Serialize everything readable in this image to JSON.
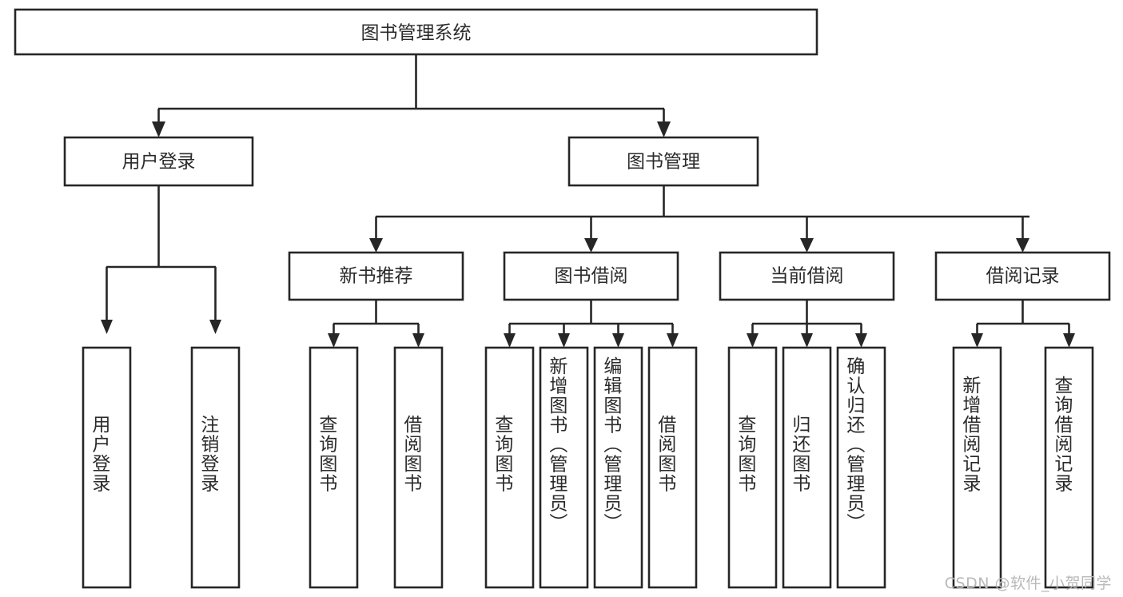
{
  "diagram": {
    "type": "tree-hierarchy-functional-decomposition",
    "root": {
      "id": "root",
      "label": "图书管理系统",
      "orientation": "horizontal"
    },
    "level2": [
      {
        "id": "user-login",
        "label": "用户登录",
        "orientation": "horizontal"
      },
      {
        "id": "book-manage",
        "label": "图书管理",
        "orientation": "horizontal"
      }
    ],
    "level3": [
      {
        "id": "new-book-recommend",
        "label": "新书推荐",
        "orientation": "horizontal",
        "parent": "book-manage"
      },
      {
        "id": "book-borrow",
        "label": "图书借阅",
        "orientation": "horizontal",
        "parent": "book-manage"
      },
      {
        "id": "current-borrow",
        "label": "当前借阅",
        "orientation": "horizontal",
        "parent": "book-manage"
      },
      {
        "id": "borrow-record",
        "label": "借阅记录",
        "orientation": "horizontal",
        "parent": "book-manage"
      }
    ],
    "leaves": [
      {
        "id": "leaf-user-login",
        "label": "用户登录",
        "orientation": "vertical",
        "parent": "user-login"
      },
      {
        "id": "leaf-user-logout",
        "label": "注销登录",
        "orientation": "vertical",
        "parent": "user-login"
      },
      {
        "id": "leaf-query-book-1",
        "label": "查询图书",
        "orientation": "vertical",
        "parent": "new-book-recommend"
      },
      {
        "id": "leaf-borrow-book-1",
        "label": "借阅图书",
        "orientation": "vertical",
        "parent": "new-book-recommend"
      },
      {
        "id": "leaf-query-book-2",
        "label": "查询图书",
        "orientation": "vertical",
        "parent": "book-borrow"
      },
      {
        "id": "leaf-add-book",
        "label": "新增图书（管理员）",
        "orientation": "vertical",
        "parent": "book-borrow"
      },
      {
        "id": "leaf-edit-book",
        "label": "编辑图书（管理员）",
        "orientation": "vertical",
        "parent": "book-borrow"
      },
      {
        "id": "leaf-borrow-book-2",
        "label": "借阅图书",
        "orientation": "vertical",
        "parent": "book-borrow"
      },
      {
        "id": "leaf-query-book-3",
        "label": "查询图书",
        "orientation": "vertical",
        "parent": "current-borrow"
      },
      {
        "id": "leaf-return-book",
        "label": "归还图书",
        "orientation": "vertical",
        "parent": "current-borrow"
      },
      {
        "id": "leaf-confirm-return",
        "label": "确认归还（管理员）",
        "orientation": "vertical",
        "parent": "current-borrow"
      },
      {
        "id": "leaf-add-record",
        "label": "新增借阅记录",
        "orientation": "vertical",
        "parent": "borrow-record"
      },
      {
        "id": "leaf-query-record",
        "label": "查询借阅记录",
        "orientation": "vertical",
        "parent": "borrow-record"
      }
    ],
    "colors": {
      "stroke": "#262626",
      "fill": "#ffffff",
      "text": "#2b2b2b",
      "background": "#ffffff",
      "watermark": "#b9b9b9"
    }
  },
  "watermark": {
    "text": "CSDN @软件_小贺同学"
  }
}
